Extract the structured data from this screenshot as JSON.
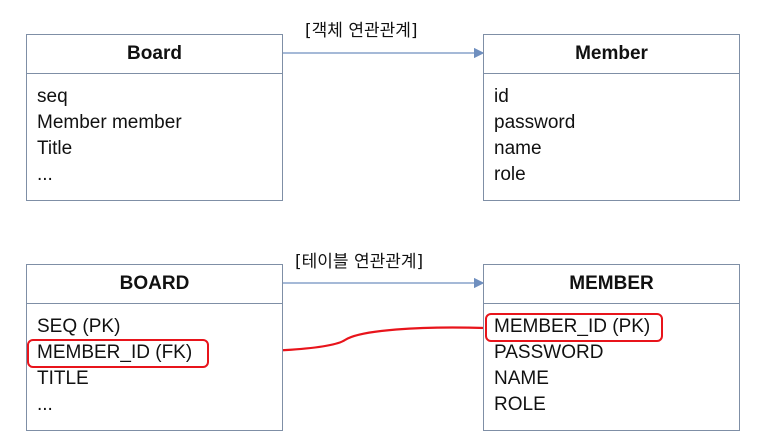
{
  "object_relation": {
    "caption": "[객체 연관관계]",
    "board": {
      "title": "Board",
      "fields": [
        "seq",
        "Member member",
        "Title",
        "..."
      ]
    },
    "member": {
      "title": "Member",
      "fields": [
        "id",
        "password",
        "name",
        "role"
      ]
    }
  },
  "table_relation": {
    "caption": "[테이블 연관관계]",
    "board": {
      "title": "BOARD",
      "fields": [
        "SEQ (PK)",
        "MEMBER_ID (FK)",
        "TITLE",
        "..."
      ]
    },
    "member": {
      "title": "MEMBER",
      "fields": [
        "MEMBER_ID (PK)",
        "PASSWORD",
        "NAME",
        "ROLE"
      ]
    }
  },
  "colors": {
    "box_border": "#7f8fa6",
    "arrow": "#6f8fbf",
    "highlight": "#e8141b"
  }
}
